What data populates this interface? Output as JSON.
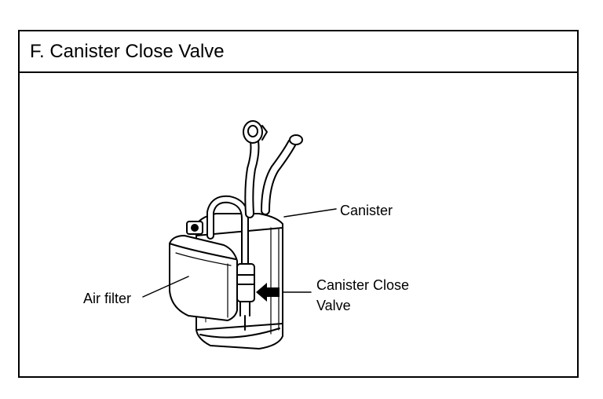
{
  "title": "F. Canister Close Valve",
  "labels": {
    "canister": "Canister",
    "air_filter": "Air filter",
    "valve_line1": "Canister Close",
    "valve_line2": "Valve"
  }
}
